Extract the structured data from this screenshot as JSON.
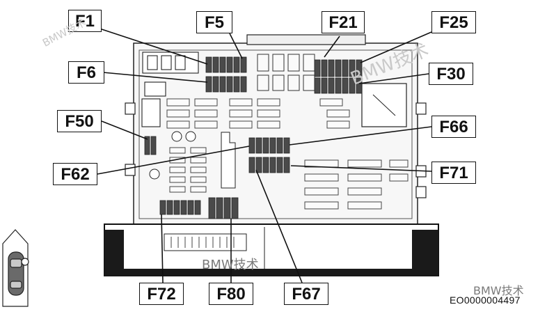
{
  "fuse_labels": {
    "f1": "F1",
    "f5": "F5",
    "f21": "F21",
    "f25": "F25",
    "f6": "F6",
    "f30": "F30",
    "f50": "F50",
    "f66": "F66",
    "f62": "F62",
    "f71": "F71",
    "f72": "F72",
    "f80": "F80",
    "f67": "F67"
  },
  "watermarks": {
    "top_left": "BMW技术",
    "upper_right": "BMW技术",
    "center": "BMW技术",
    "bottom_right": "BMW技术"
  },
  "image_code": "EO0000004497",
  "colors": {
    "line": "#111111",
    "fuse": "#4a4a4a",
    "panel": "#f4f4f4"
  }
}
